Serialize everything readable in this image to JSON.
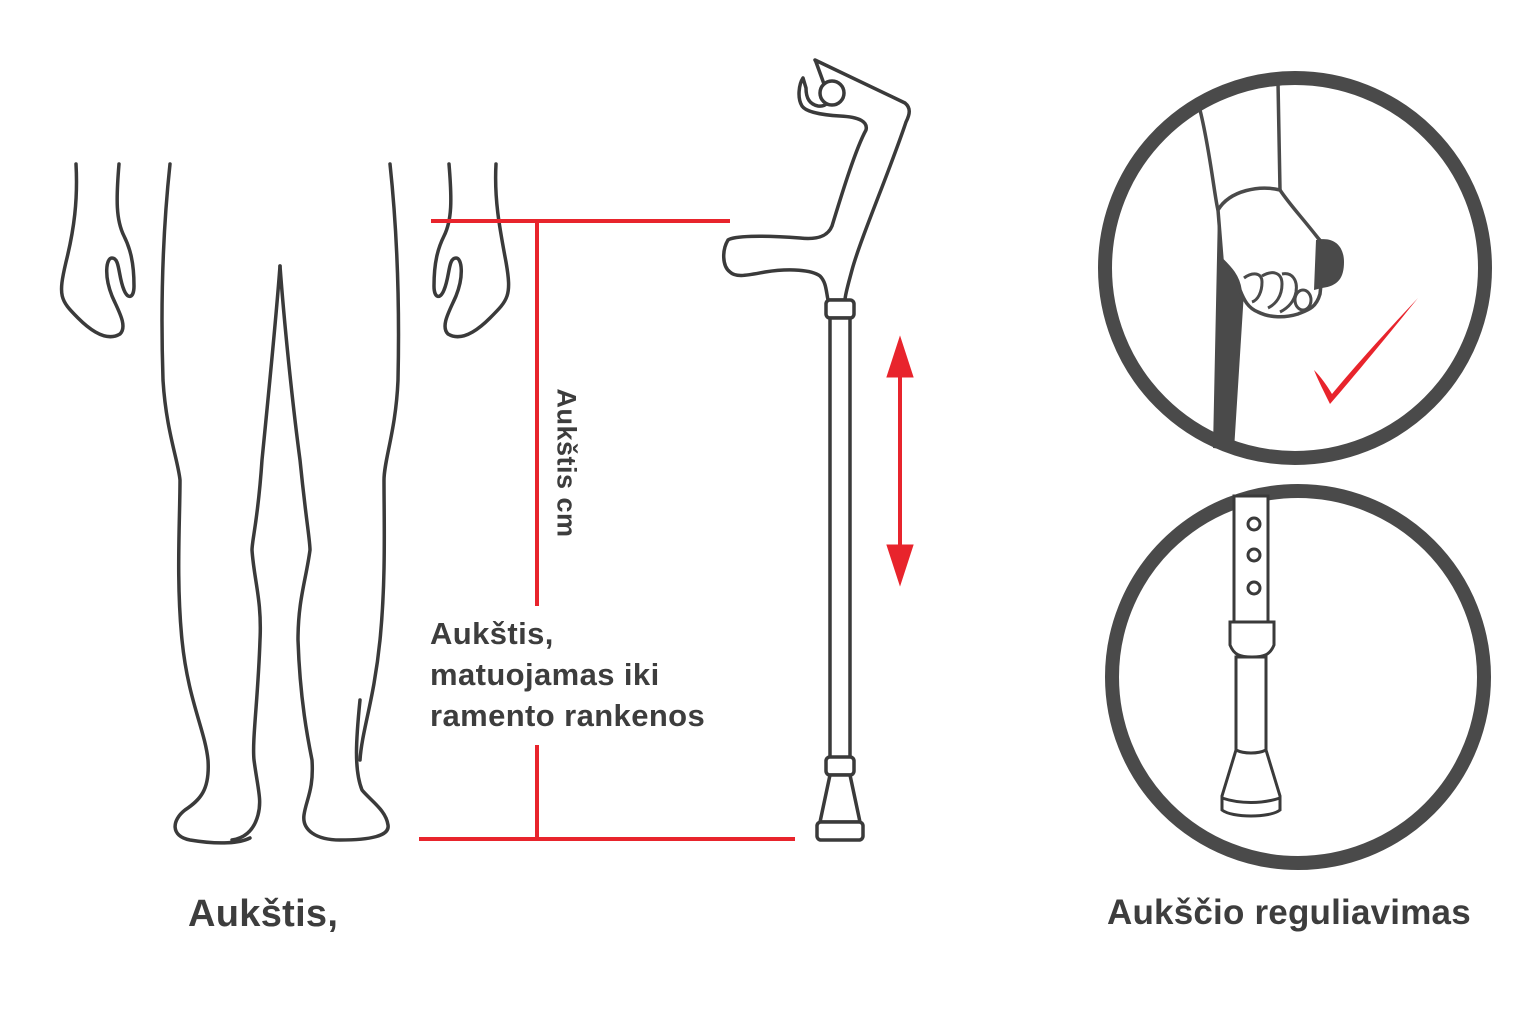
{
  "colors": {
    "outline": "#3a3a3a",
    "accent_red": "#e8242c",
    "circle_frame": "#4a4a4a",
    "text": "#3d3d3d",
    "background": "#ffffff"
  },
  "labels": {
    "body_height_caption": "Aukštis,",
    "height_adjustment_caption": "Aukščio reguliavimas",
    "measured_to_handle": {
      "line1": "Aukštis,",
      "line2": "matuojamas iki",
      "line3": "ramento rankenos"
    },
    "vertical_measure": "Aukštis cm"
  },
  "figures": {
    "person": "legs-and-hands-outline",
    "crutch": "forearm-crutch-outline",
    "adjust_arrow": "double-vertical-arrow",
    "top_circle": "hand-gripping-handle-with-checkmark",
    "bottom_circle": "adjustable-shaft-with-holes-and-tip"
  }
}
